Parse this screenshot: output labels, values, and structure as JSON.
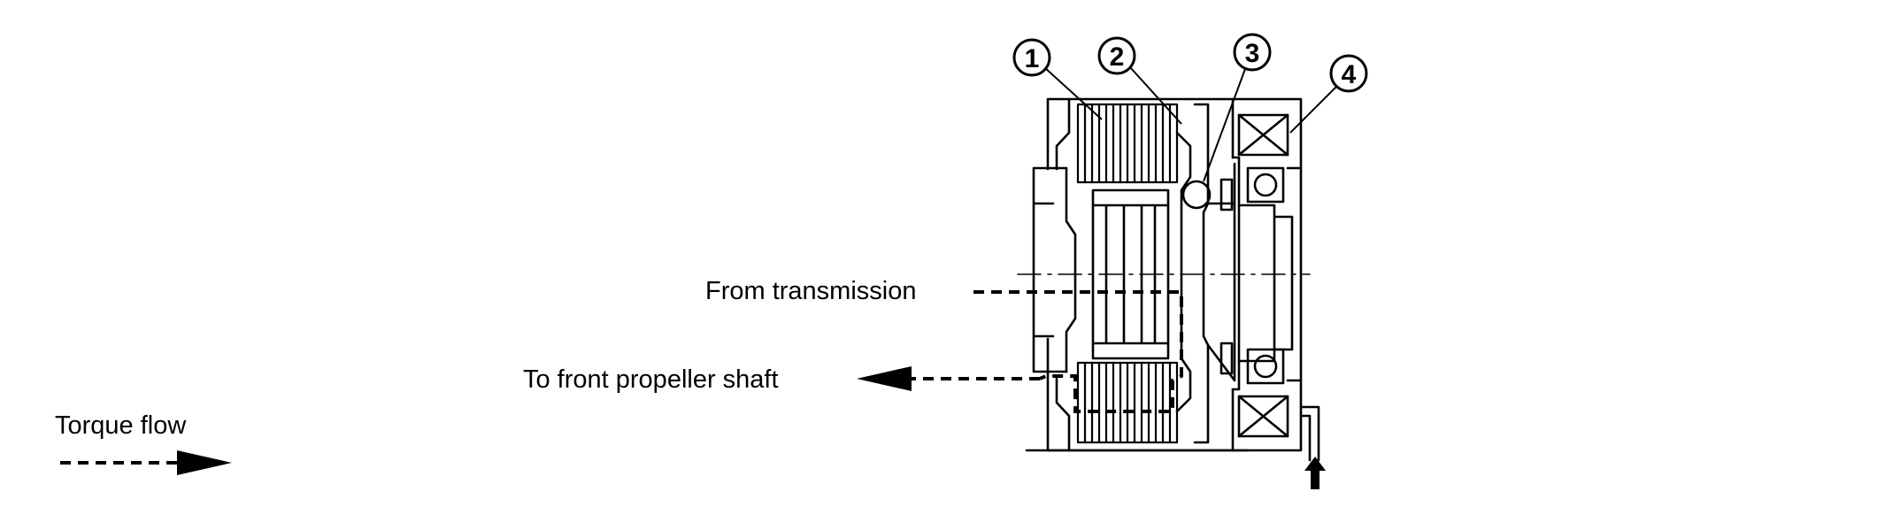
{
  "labels": {
    "from_transmission": "From transmission",
    "to_front_propeller_shaft": "To front propeller shaft",
    "torque_flow": "Torque flow"
  },
  "callouts": [
    "1",
    "2",
    "3",
    "4"
  ],
  "colors": {
    "line": "#000000",
    "background": "#ffffff"
  }
}
